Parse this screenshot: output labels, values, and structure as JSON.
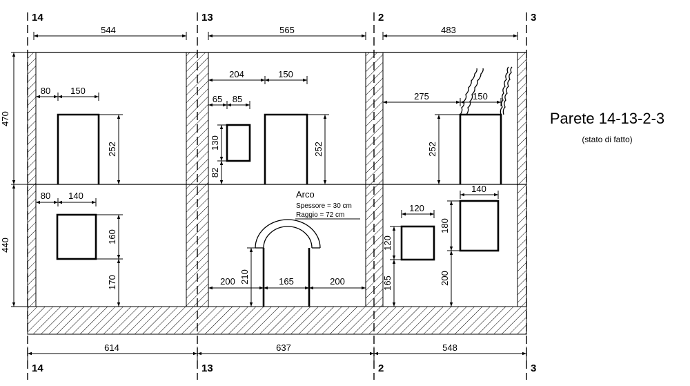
{
  "title": "Parete 14-13-2-3",
  "subtitle": "(stato di fatto)",
  "axes": {
    "a14": "14",
    "a13": "13",
    "a2": "2",
    "a3": "3"
  },
  "top_dims": {
    "span1": "544",
    "span2": "565",
    "span3": "483"
  },
  "bottom_dims": {
    "span1": "614",
    "span2": "637",
    "span3": "548"
  },
  "left_dims": {
    "upper_floor": "470",
    "lower_floor": "440"
  },
  "bay1": {
    "upper_offset": "80",
    "upper_width": "150",
    "upper_height": "252",
    "lower_offset": "80",
    "lower_width": "140",
    "lower_height": "160",
    "lower_sill": "170"
  },
  "bay2": {
    "small_offset": "65",
    "small_width": "85",
    "small_height": "130",
    "small_sill": "82",
    "door_offset": "204",
    "door_width": "150",
    "door_height": "252",
    "arch_left": "200",
    "arch_width": "165",
    "arch_right": "200",
    "arch_height": "210"
  },
  "arch_note": {
    "title": "Arco",
    "thickness": "Spessore = 30 cm",
    "radius": "Raggio = 72 cm"
  },
  "bay3": {
    "upper_offset": "275",
    "upper_width": "150",
    "upper_height": "252",
    "lower_big_width": "140",
    "lower_big_height": "180",
    "lower_big_sill": "200",
    "lower_small_width": "120",
    "lower_small_height": "120",
    "lower_small_sill": "165"
  }
}
